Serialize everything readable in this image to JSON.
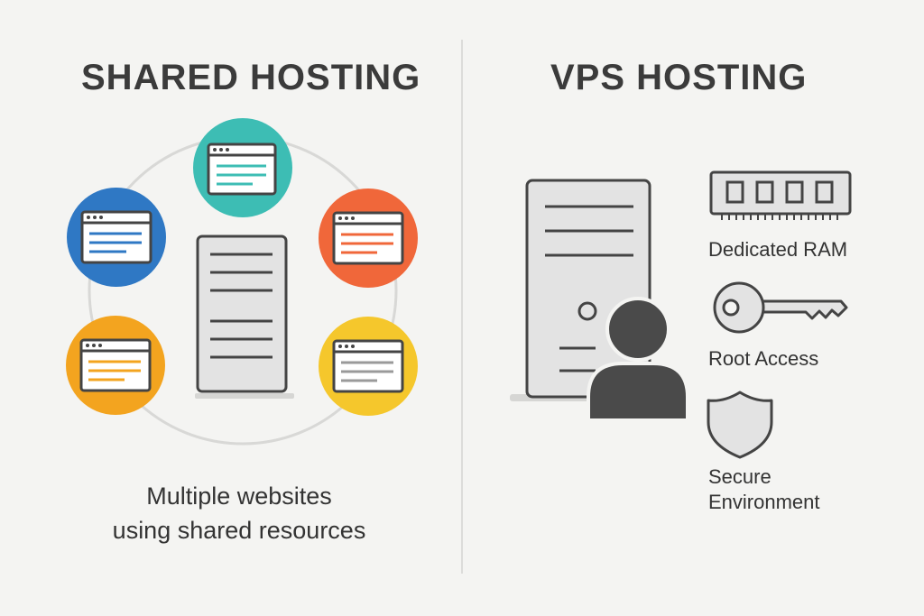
{
  "shared": {
    "title": "SHARED HOSTING",
    "caption_line1": "Multiple websites",
    "caption_line2": "using shared resources"
  },
  "vps": {
    "title": "VPS HOSTING",
    "features": {
      "ram": "Dedicated RAM",
      "root": "Root Access",
      "secure_line1": "Secure",
      "secure_line2": "Environment"
    }
  },
  "colors": {
    "teal": "#3dbdb4",
    "orange": "#f0673a",
    "blue": "#2f78c4",
    "amber": "#f3a41f",
    "yellow": "#f5c72c",
    "outline": "#444444",
    "server_fill": "#e3e3e3",
    "icon_dark": "#4a4a4a"
  },
  "icons": [
    "browser-window-icon",
    "server-icon",
    "ram-chip-icon",
    "key-icon",
    "shield-icon",
    "user-icon"
  ]
}
